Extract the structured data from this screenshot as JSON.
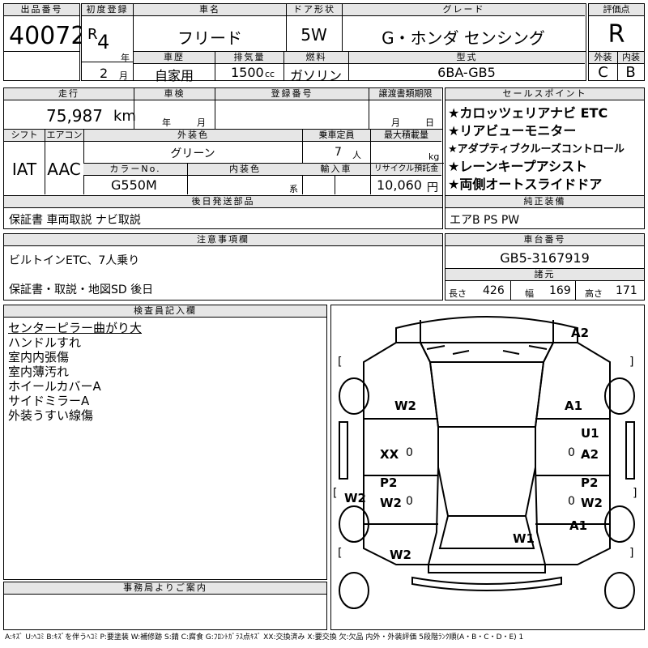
{
  "header": {
    "lot_label": "出品番号",
    "lot": "40072",
    "reg_label": "初度登録",
    "era": "R",
    "year": "4",
    "year_unit": "年",
    "month": "2",
    "month_unit": "月",
    "name_label": "車名",
    "name": "フリード",
    "door_label": "ドア形状",
    "door": "5W",
    "grade_label": "グレード",
    "grade": "G・ホンダ センシング",
    "score_label": "評価点",
    "score": "R",
    "history_label": "車歴",
    "history": "自家用",
    "disp_label": "排気量",
    "disp": "1500",
    "disp_unit": "cc",
    "fuel_label": "燃料",
    "fuel": "ガソリン",
    "model_label": "型式",
    "model": "6BA-GB5",
    "ext_label": "外装",
    "ext": "C",
    "int_label": "内装",
    "int": "B"
  },
  "info": {
    "mileage_label": "走行",
    "mileage": "75,987",
    "mileage_unit": "km",
    "inspect_label": "車検",
    "inspect_y": "年",
    "inspect_m": "月",
    "plate_label": "登録番号",
    "transfer_label": "譲渡書類期限",
    "transfer_m": "月",
    "transfer_d": "日",
    "shift_label": "シフト",
    "shift": "IAT",
    "ac_label": "エアコン",
    "ac": "AAC",
    "color_label": "外装色",
    "color": "グリーン",
    "seats_label": "乗車定員",
    "seats": "7",
    "seats_unit": "人",
    "load_label": "最大積載量",
    "load_unit": "kg",
    "color_no_label": "カラーNo.",
    "color_no": "G550M",
    "int_color_label": "内装色",
    "int_color_unit": "系",
    "import_label": "輸入車",
    "recycle_label": "リサイクル預託金",
    "recycle": "10,060",
    "recycle_unit": "円"
  },
  "sales": {
    "label": "セールスポイント",
    "items": [
      "★カロッツェリアナビ ETC",
      "★リアビューモニター",
      "★アダプティブクルーズコントロール",
      "★レーンキープアシスト",
      "★両側オートスライドドア"
    ]
  },
  "later_parts": {
    "label": "後日発送部品",
    "value": "保証書 車両取説 ナビ取説"
  },
  "equipment": {
    "label": "純正装備",
    "value": "エアB PS PW"
  },
  "notes": {
    "label": "注意事項欄",
    "line1": "ビルトインETC、7人乗り",
    "line2": "保証書・取説・地図SD 後日"
  },
  "chassis": {
    "label": "車台番号",
    "value": "GB5-3167919",
    "dims_label": "諸元",
    "length_label": "長さ",
    "length": "426",
    "width_label": "幅",
    "width": "169",
    "height_label": "高さ",
    "height": "171"
  },
  "inspector": {
    "label": "検査員記入欄",
    "lines": [
      "センターピラー曲がり大",
      "ハンドルすれ",
      "室内内張傷",
      "室内薄汚れ",
      "ホイールカバーA",
      "サイドミラーA",
      "外装うすい線傷"
    ]
  },
  "diagram": {
    "codes": {
      "front_bumper": "A2",
      "left_front_fender": "W2",
      "right_front_fender": "A1",
      "right_front_door_1": "U1",
      "right_front_door_2": "A2",
      "left_front_door": "XX",
      "left_rear_door_1": "P2",
      "left_rear_door_2": "W2",
      "right_rear_door_1": "P2",
      "right_rear_door_2": "W2",
      "left_rear_wheel": "W2",
      "right_rear_fender": "A1",
      "rear_hatch": "W1",
      "left_rear_quarter": "W2"
    },
    "zeros": [
      "0",
      "0",
      "0",
      "0"
    ]
  },
  "office": {
    "label": "事務局よりご案内"
  },
  "legend": "A:ｷｽﾞ U:ﾍｺﾐ B:ｷｽﾞを伴うﾍｺﾐ P:要塗装 W:補修跡 S:錆 C:腐食 G:ﾌﾛﾝﾄｶﾞﾗｽ点ｷｽﾞ XX:交換済み X:要交換 欠:欠品 内外・外装評価 5段階ﾗﾝｸ順(A・B・C・D・E) 1"
}
